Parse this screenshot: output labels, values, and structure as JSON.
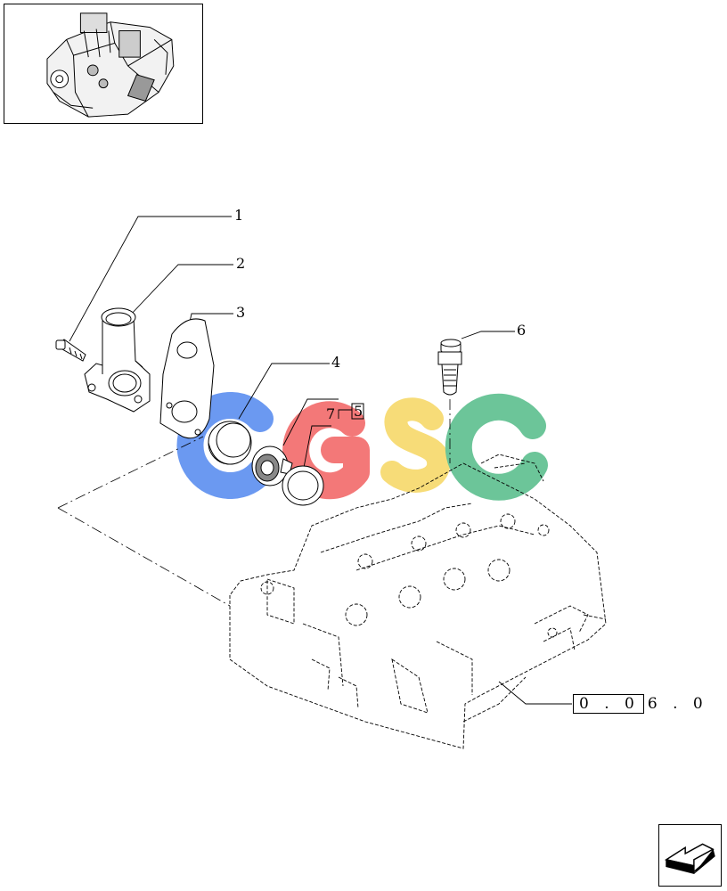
{
  "callouts": [
    {
      "id": "1",
      "label": "1"
    },
    {
      "id": "2",
      "label": "2"
    },
    {
      "id": "3",
      "label": "3"
    },
    {
      "id": "4",
      "label": "4"
    },
    {
      "id": "5",
      "label": "5"
    },
    {
      "id": "6",
      "label": "6"
    },
    {
      "id": "7",
      "label": "7"
    }
  ],
  "reference": {
    "boxed": "0 . 0",
    "rest": "6 . 0"
  },
  "watermark": {
    "text": "CGSC",
    "colors": {
      "C1": "#5b8ef0",
      "G": "#f26a6a",
      "S": "#f7d96a",
      "C2": "#5dbf8f"
    }
  },
  "icons": {
    "thumbnail": "engine-thumbnail-icon",
    "next": "next-page-arrow-icon"
  }
}
